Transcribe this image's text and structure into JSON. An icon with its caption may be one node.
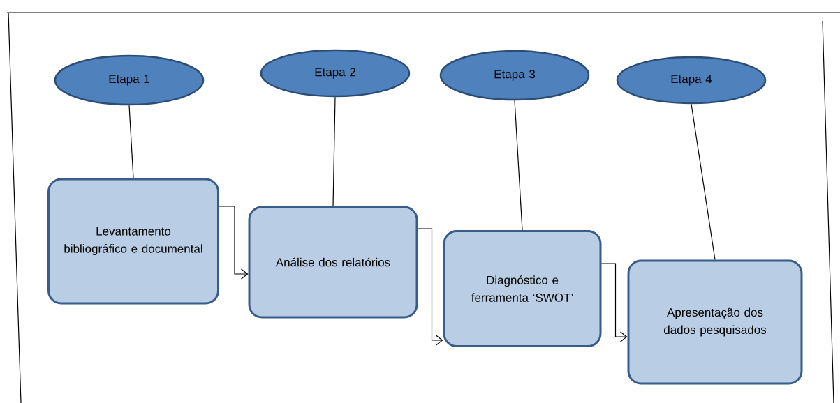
{
  "diagram": {
    "nodes": [
      {
        "text": [
          "Etapa 1"
        ]
      },
      {
        "text": [
          "Etapa 2"
        ]
      },
      {
        "text": [
          "Etapa 3"
        ]
      },
      {
        "text": [
          "Etapa 4"
        ]
      },
      {
        "text": [
          "Levantamento bibliográfico e documental"
        ]
      },
      {
        "text": [
          "Análise dos relatórios"
        ]
      },
      {
        "text": [
          "Diagnóstico e ferramenta ‘SWOT’"
        ]
      },
      {
        "text": [
          "Apresentação dos dados pesquisados"
        ]
      }
    ],
    "edges": [
      {
        "from": 0,
        "to": 4,
        "arrow": "none"
      },
      {
        "from": 1,
        "to": 5,
        "arrow": "none"
      },
      {
        "from": 2,
        "to": 6,
        "arrow": "none"
      },
      {
        "from": 3,
        "to": 7,
        "arrow": "none"
      },
      {
        "from": 4,
        "to": 5,
        "arrow": "to"
      },
      {
        "from": 5,
        "to": 6,
        "arrow": "to"
      },
      {
        "from": 6,
        "to": 7,
        "arrow": "to"
      }
    ]
  }
}
